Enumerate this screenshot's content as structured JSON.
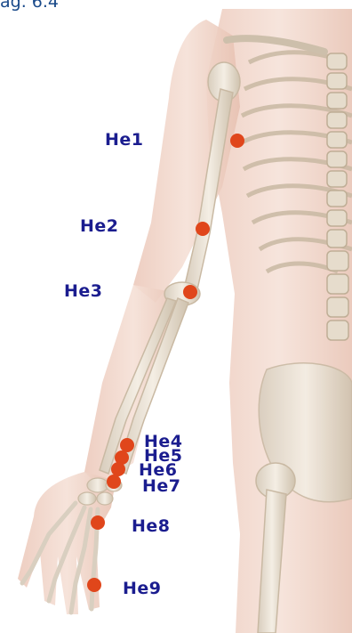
{
  "header": {
    "text": "ag. 6.4"
  },
  "colors": {
    "point": "#e0461b",
    "label": "#1b1d8f",
    "skin": "#f1d8cc",
    "bone": "#ece4d6",
    "bone_edge": "#c9b9a3"
  },
  "points": [
    {
      "id": "he1",
      "label": "He1"
    },
    {
      "id": "he2",
      "label": "He2"
    },
    {
      "id": "he3",
      "label": "He3"
    },
    {
      "id": "he4",
      "label": "He4"
    },
    {
      "id": "he5",
      "label": "He5"
    },
    {
      "id": "he6",
      "label": "He6"
    },
    {
      "id": "he7",
      "label": "He7"
    },
    {
      "id": "he8",
      "label": "He8"
    },
    {
      "id": "he9",
      "label": "He9"
    }
  ]
}
